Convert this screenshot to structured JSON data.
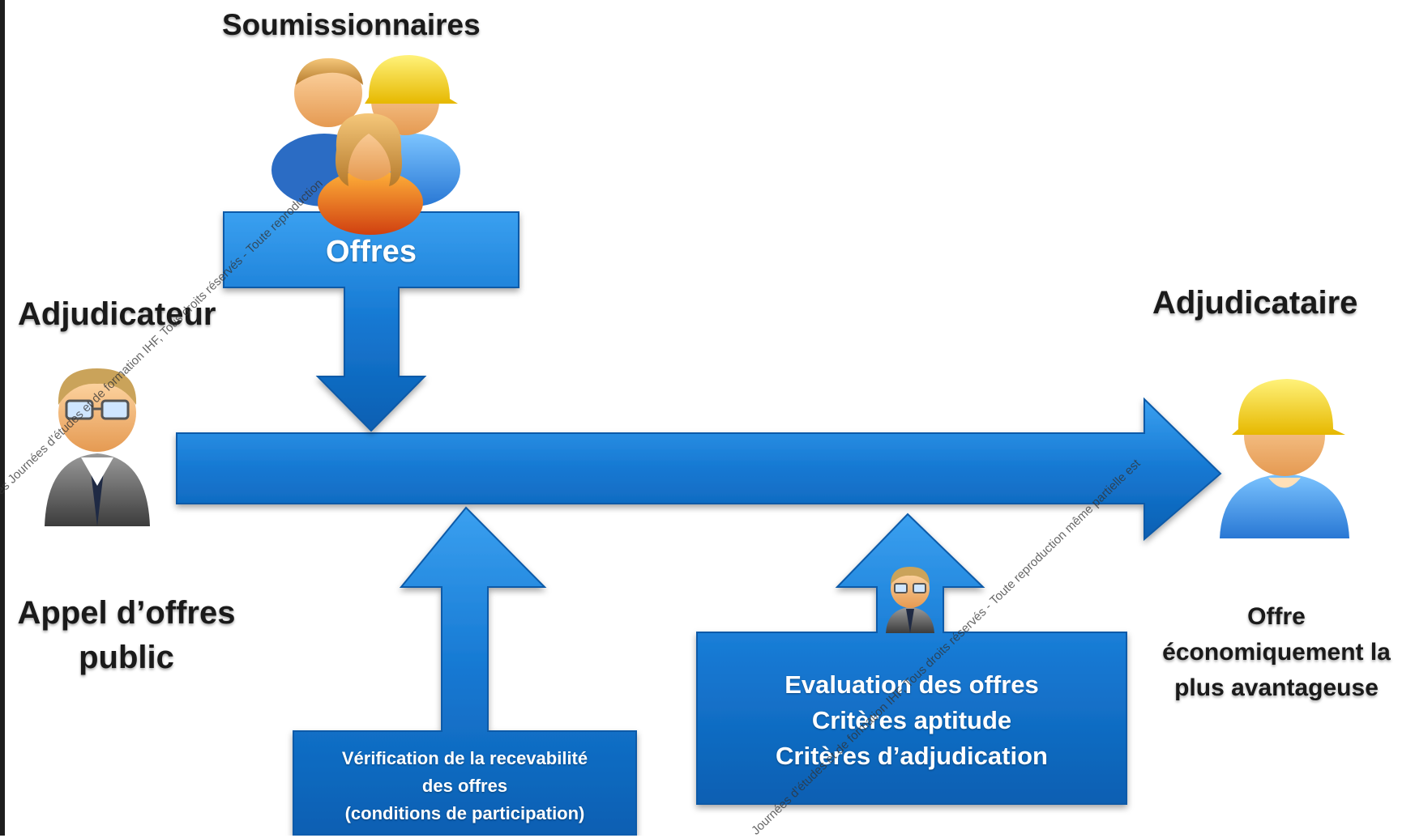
{
  "labels": {
    "soumissionnaires": "Soumissionnaires",
    "offres": "Offres",
    "adjudicateur": "Adjudicateur",
    "adjudicataire": "Adjudicataire",
    "appel_line1": "Appel d’offres",
    "appel_line2": "public",
    "offre_line1": "Offre",
    "offre_line2": "économiquement la",
    "offre_line3": "plus avantageuse",
    "verif_line1": "Vérification de la recevabilité",
    "verif_line2": "des offres",
    "verif_line3": "(conditions de participation)",
    "eval_line1": "Evaluation des offres",
    "eval_line2": "Critères aptitude",
    "eval_line3": "Critères d’adjudication"
  },
  "watermark": {
    "text_a": "es Journées d’études et de formation IHF, Tous droits réservés - Toute reproduction",
    "text_b": "Journées d’études et de formation IHF, Tous droits réservés - Toute reproduction même partielle est"
  },
  "icons": [
    "bidders-group-icon",
    "adjudicator-person-icon",
    "awardee-worker-icon",
    "evaluator-person-icon"
  ],
  "colors": {
    "arrow_blue": "#1578d2",
    "arrow_dark": "#0a5aa8",
    "text_dark": "#1a1a1a"
  }
}
